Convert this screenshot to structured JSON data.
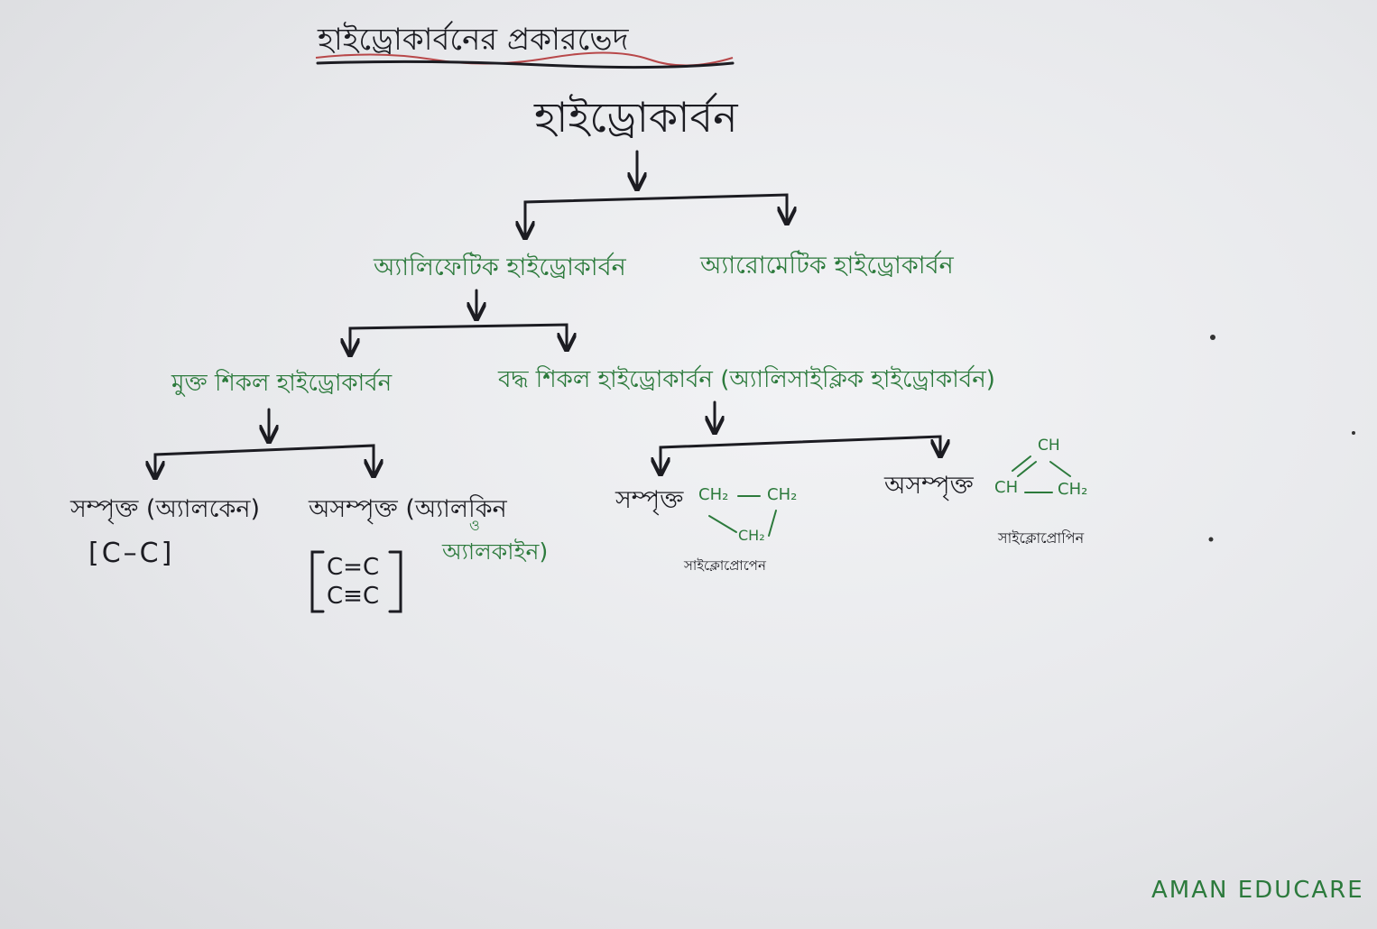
{
  "title": "হাইড্রোকার্বনের প্রকারভেদ",
  "root": "হাইড্রোকার্বন",
  "level1": {
    "left": "অ্যালিফেটিক হাইড্রোকার্বন",
    "right": "অ্যারোমেটিক হাইড্রোকার্বন"
  },
  "level2": {
    "left": "মুক্ত শিকল হাইড্রোকার্বন",
    "right": "বদ্ধ শিকল হাইড্রোকার্বন (অ্যালিসাইক্লিক হাইড্রোকার্বন)"
  },
  "open_chain": {
    "saturated": "সম্পৃক্ত (অ্যালকেন)",
    "saturated_bond": "[C–C]",
    "unsaturated": "অসম্পৃক্ত (অ্যালকিন",
    "unsaturated_and": "ও",
    "unsaturated_cont": "অ্যালকাইন)",
    "double_bond": "C=C",
    "triple_bond": "C≡C"
  },
  "closed_chain": {
    "saturated": "সম্পৃক্ত",
    "sat_top_left": "CH₂",
    "sat_top_right": "CH₂",
    "sat_bottom": "CH₂",
    "sat_name": "সাইক্লোপ্রোপেন",
    "unsaturated": "অসম্পৃক্ত",
    "unsat_top": "CH",
    "unsat_left": "CH",
    "unsat_right": "CH₂",
    "unsat_name": "সাইক্লোপ্রোপিন"
  },
  "signature": "AMAN EDUCARE"
}
